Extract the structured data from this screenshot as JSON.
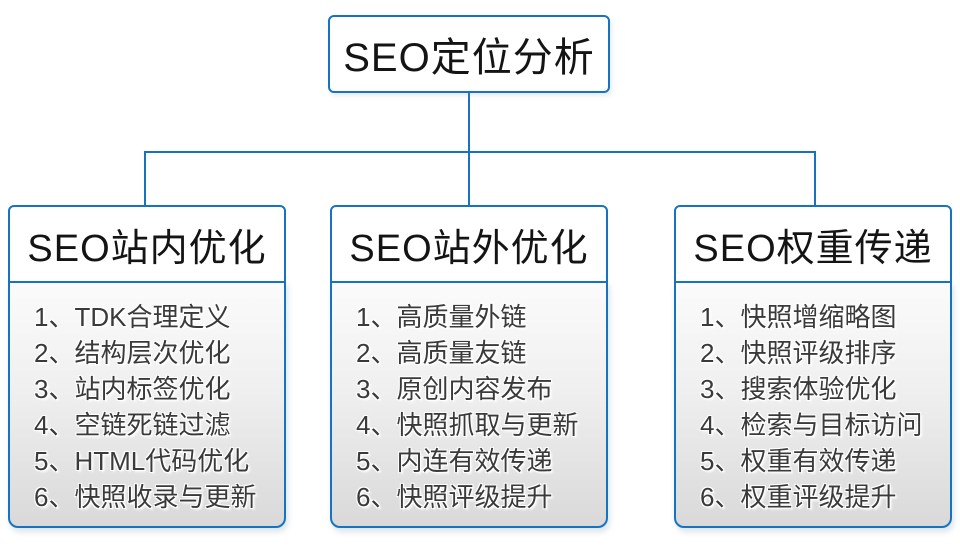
{
  "diagram": {
    "title": "SEO定位分析",
    "type": "tree-hierarchy"
  },
  "root": {
    "title": "SEO定位分析"
  },
  "columns": [
    {
      "title": "SEO站内优化",
      "items": [
        "1、TDK合理定义",
        "2、结构层次优化",
        "3、站内标签优化",
        "4、空链死链过滤",
        "5、HTML代码优化",
        "6、快照收录与更新"
      ]
    },
    {
      "title": "SEO站外优化",
      "items": [
        "1、高质量外链",
        "2、高质量友链",
        "3、原创内容发布",
        "4、快照抓取与更新",
        "5、内连有效传递",
        "6、快照评级提升"
      ]
    },
    {
      "title": "SEO权重传递",
      "items": [
        "1、快照增缩略图",
        "2、快照评级排序",
        "3、搜索体验优化",
        "4、检索与目标访问",
        "5、权重有效传递",
        "6、权重评级提升"
      ]
    }
  ],
  "colors": {
    "accent_blue": "#1673c2",
    "box_background": "#ffffff",
    "list_gradient_top": "#fbfbfb",
    "list_gradient_bottom": "#d9d9d9",
    "heading_text": "#141414",
    "list_text": "#3a3a3a"
  }
}
